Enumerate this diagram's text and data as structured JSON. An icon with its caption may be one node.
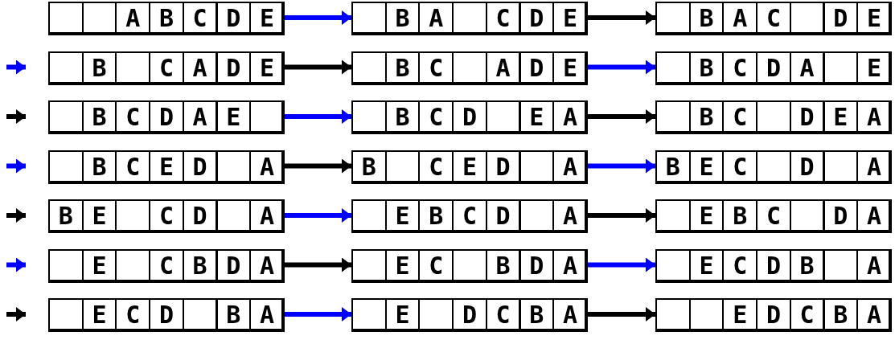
{
  "diagram": {
    "nodes": [
      {
        "text": [],
        "shape": "box"
      },
      {
        "text": [],
        "shape": "box",
        "in": 0
      },
      {
        "text": [],
        "shape": "box",
        "in": 0
      },
      {
        "text": [
          "A"
        ],
        "in": 0
      },
      {
        "text": [
          "B"
        ],
        "in": 0
      },
      {
        "text": [
          "C"
        ],
        "in": 0
      },
      {
        "text": [
          "D"
        ],
        "in": 0
      },
      {
        "text": [
          "E"
        ],
        "in": 0
      },
      {
        "text": [],
        "shape": "box"
      },
      {
        "text": [],
        "shape": "box",
        "in": 8
      },
      {
        "text": [
          "B"
        ],
        "in": 8
      },
      {
        "text": [
          "A"
        ],
        "in": 8
      },
      {
        "text": [],
        "shape": "box",
        "in": 8
      },
      {
        "text": [
          "C"
        ],
        "in": 8
      },
      {
        "text": [
          "D"
        ],
        "in": 8
      },
      {
        "text": [
          "E"
        ],
        "in": 8
      },
      {
        "text": [],
        "shape": "box"
      },
      {
        "text": [],
        "shape": "box",
        "in": 16
      },
      {
        "text": [
          "B"
        ],
        "in": 16
      },
      {
        "text": [
          "A"
        ],
        "in": 16
      },
      {
        "text": [
          "C"
        ],
        "in": 16
      },
      {
        "text": [],
        "shape": "box",
        "in": 16
      },
      {
        "text": [
          "D"
        ],
        "in": 16
      },
      {
        "text": [
          "E"
        ],
        "in": 16
      },
      {
        "text": [],
        "shape": "box"
      },
      {
        "text": [],
        "shape": "box",
        "in": 24
      },
      {
        "text": [
          "B"
        ],
        "in": 24
      },
      {
        "text": [],
        "shape": "box",
        "in": 24
      },
      {
        "text": [
          "C"
        ],
        "in": 24
      },
      {
        "text": [
          "A"
        ],
        "in": 24
      },
      {
        "text": [
          "D"
        ],
        "in": 24
      },
      {
        "text": [
          "E"
        ],
        "in": 24
      },
      {
        "text": [],
        "shape": "box"
      },
      {
        "text": [],
        "shape": "box",
        "in": 32
      },
      {
        "text": [
          "B"
        ],
        "in": 32
      },
      {
        "text": [
          "C"
        ],
        "in": 32
      },
      {
        "text": [],
        "shape": "box",
        "in": 32
      },
      {
        "text": [
          "A"
        ],
        "in": 32
      },
      {
        "text": [
          "D"
        ],
        "in": 32
      },
      {
        "text": [
          "E"
        ],
        "in": 32
      },
      {
        "text": [],
        "shape": "box"
      },
      {
        "text": [],
        "shape": "box",
        "in": 40
      },
      {
        "text": [
          "B"
        ],
        "in": 40
      },
      {
        "text": [
          "C"
        ],
        "in": 40
      },
      {
        "text": [
          "D"
        ],
        "in": 40
      },
      {
        "text": [
          "A"
        ],
        "in": 40
      },
      {
        "text": [],
        "shape": "box",
        "in": 40
      },
      {
        "text": [
          "E"
        ],
        "in": 40
      },
      {
        "text": [],
        "shape": "box"
      },
      {
        "text": [],
        "shape": "box",
        "in": 48
      },
      {
        "text": [
          "B"
        ],
        "in": 48
      },
      {
        "text": [
          "C"
        ],
        "in": 48
      },
      {
        "text": [
          "D"
        ],
        "in": 48
      },
      {
        "text": [
          "A"
        ],
        "in": 48
      },
      {
        "text": [
          "E"
        ],
        "in": 48
      },
      {
        "text": [],
        "shape": "box",
        "in": 48
      },
      {
        "text": [],
        "shape": "box"
      },
      {
        "text": [],
        "shape": "box",
        "in": 56
      },
      {
        "text": [
          "B"
        ],
        "in": 56
      },
      {
        "text": [
          "C"
        ],
        "in": 56
      },
      {
        "text": [
          "D"
        ],
        "in": 56
      },
      {
        "text": [],
        "shape": "box",
        "in": 56
      },
      {
        "text": [
          "E"
        ],
        "in": 56
      },
      {
        "text": [
          "A"
        ],
        "in": 56
      },
      {
        "text": [],
        "shape": "box"
      },
      {
        "text": [],
        "shape": "box",
        "in": 64
      },
      {
        "text": [
          "B"
        ],
        "in": 64
      },
      {
        "text": [
          "C"
        ],
        "in": 64
      },
      {
        "text": [],
        "shape": "box",
        "in": 64
      },
      {
        "text": [
          "D"
        ],
        "in": 64
      },
      {
        "text": [
          "E"
        ],
        "in": 64
      },
      {
        "text": [
          "A"
        ],
        "in": 64
      },
      {
        "text": [],
        "shape": "box"
      },
      {
        "text": [],
        "shape": "box",
        "in": 72
      },
      {
        "text": [
          "B"
        ],
        "in": 72
      },
      {
        "text": [
          "C"
        ],
        "in": 72
      },
      {
        "text": [
          "E"
        ],
        "in": 72
      },
      {
        "text": [
          "D"
        ],
        "in": 72
      },
      {
        "text": [],
        "shape": "box",
        "in": 72
      },
      {
        "text": [
          "A"
        ],
        "in": 72
      },
      {
        "text": [],
        "shape": "box"
      },
      {
        "text": [
          "B"
        ],
        "in": 80
      },
      {
        "text": [],
        "shape": "box",
        "in": 80
      },
      {
        "text": [
          "C"
        ],
        "in": 80
      },
      {
        "text": [
          "E"
        ],
        "in": 80
      },
      {
        "text": [
          "D"
        ],
        "in": 80
      },
      {
        "text": [],
        "shape": "box",
        "in": 80
      },
      {
        "text": [
          "A"
        ],
        "in": 80
      },
      {
        "text": [],
        "shape": "box"
      },
      {
        "text": [
          "B"
        ],
        "in": 88
      },
      {
        "text": [
          "E"
        ],
        "in": 88
      },
      {
        "text": [
          "C"
        ],
        "in": 88
      },
      {
        "text": [],
        "shape": "box",
        "in": 88
      },
      {
        "text": [
          "D"
        ],
        "in": 88
      },
      {
        "text": [],
        "shape": "box",
        "in": 88
      },
      {
        "text": [
          "A"
        ],
        "in": 88
      },
      {
        "text": [],
        "shape": "box"
      },
      {
        "text": [
          "B"
        ],
        "in": 96
      },
      {
        "text": [
          "E"
        ],
        "in": 96
      },
      {
        "text": [],
        "shape": "box",
        "in": 96
      },
      {
        "text": [
          "C"
        ],
        "in": 96
      },
      {
        "text": [
          "D"
        ],
        "in": 96
      },
      {
        "text": [],
        "shape": "box",
        "in": 96
      },
      {
        "text": [
          "A"
        ],
        "in": 96
      },
      {
        "text": [],
        "shape": "box"
      },
      {
        "text": [],
        "shape": "box",
        "in": 104
      },
      {
        "text": [
          "E"
        ],
        "in": 104
      },
      {
        "text": [
          "B"
        ],
        "in": 104
      },
      {
        "text": [
          "C"
        ],
        "in": 104
      },
      {
        "text": [
          "D"
        ],
        "in": 104
      },
      {
        "text": [],
        "shape": "box",
        "in": 104
      },
      {
        "text": [
          "A"
        ],
        "in": 104
      },
      {
        "text": [],
        "shape": "box"
      },
      {
        "text": [],
        "shape": "box",
        "in": 112
      },
      {
        "text": [
          "E"
        ],
        "in": 112
      },
      {
        "text": [
          "B"
        ],
        "in": 112
      },
      {
        "text": [
          "C"
        ],
        "in": 112
      },
      {
        "text": [],
        "shape": "box",
        "in": 112
      },
      {
        "text": [
          "D"
        ],
        "in": 112
      },
      {
        "text": [
          "A"
        ],
        "in": 112
      },
      {
        "text": [],
        "shape": "box"
      },
      {
        "text": [],
        "shape": "box",
        "in": 120
      },
      {
        "text": [
          "E"
        ],
        "in": 120
      },
      {
        "text": [],
        "shape": "box",
        "in": 120
      },
      {
        "text": [
          "C"
        ],
        "in": 120
      },
      {
        "text": [
          "B"
        ],
        "in": 120
      },
      {
        "text": [
          "D"
        ],
        "in": 120
      },
      {
        "text": [
          "A"
        ],
        "in": 120
      },
      {
        "text": [],
        "shape": "box"
      },
      {
        "text": [],
        "shape": "box",
        "in": 128
      },
      {
        "text": [
          "E"
        ],
        "in": 128
      },
      {
        "text": [
          "C"
        ],
        "in": 128
      },
      {
        "text": [],
        "shape": "box",
        "in": 128
      },
      {
        "text": [
          "B"
        ],
        "in": 128
      },
      {
        "text": [
          "D"
        ],
        "in": 128
      },
      {
        "text": [
          "A"
        ],
        "in": 128
      },
      {
        "text": [],
        "shape": "box"
      },
      {
        "text": [],
        "shape": "box",
        "in": 136
      },
      {
        "text": [
          "E"
        ],
        "in": 136
      },
      {
        "text": [
          "C"
        ],
        "in": 136
      },
      {
        "text": [
          "D"
        ],
        "in": 136
      },
      {
        "text": [
          "B"
        ],
        "in": 136
      },
      {
        "text": [],
        "shape": "box",
        "in": 136
      },
      {
        "text": [
          "A"
        ],
        "in": 136
      },
      {
        "text": [],
        "shape": "box"
      },
      {
        "text": [],
        "shape": "box",
        "in": 144
      },
      {
        "text": [
          "E"
        ],
        "in": 144
      },
      {
        "text": [
          "C"
        ],
        "in": 144
      },
      {
        "text": [
          "D"
        ],
        "in": 144
      },
      {
        "text": [],
        "shape": "box",
        "in": 144
      },
      {
        "text": [
          "B"
        ],
        "in": 144
      },
      {
        "text": [
          "A"
        ],
        "in": 144
      },
      {
        "text": [],
        "shape": "box"
      },
      {
        "text": [],
        "shape": "box",
        "in": 152
      },
      {
        "text": [
          "E"
        ],
        "in": 152
      },
      {
        "text": [],
        "shape": "box",
        "in": 152
      },
      {
        "text": [
          "D"
        ],
        "in": 152
      },
      {
        "text": [
          "C"
        ],
        "in": 152
      },
      {
        "text": [
          "B"
        ],
        "in": 152
      },
      {
        "text": [
          "A"
        ],
        "in": 152
      },
      {
        "text": [],
        "shape": "box"
      },
      {
        "text": [],
        "shape": "box",
        "in": 160
      },
      {
        "text": [],
        "shape": "box",
        "in": 160
      },
      {
        "text": [
          "E"
        ],
        "in": 160
      },
      {
        "text": [
          "D"
        ],
        "in": 160
      },
      {
        "text": [
          "C"
        ],
        "in": 160
      },
      {
        "text": [
          "B"
        ],
        "in": 160
      },
      {
        "text": [
          "A"
        ],
        "in": 160
      }
    ],
    "edges": [
      {
        "from": 0,
        "to": 8,
        "arrow": "to",
        "color": "#0000ff"
      },
      {
        "from": 8,
        "to": 16,
        "arrow": "to",
        "color": "#000000"
      },
      {
        "from": null,
        "to": 24,
        "arrow": "to",
        "color": "#0000ff"
      },
      {
        "from": 24,
        "to": 32,
        "arrow": "to",
        "color": "#000000"
      },
      {
        "from": 32,
        "to": 40,
        "arrow": "to",
        "color": "#0000ff"
      },
      {
        "from": null,
        "to": 48,
        "arrow": "to",
        "color": "#000000"
      },
      {
        "from": 48,
        "to": 56,
        "arrow": "to",
        "color": "#0000ff"
      },
      {
        "from": 56,
        "to": 64,
        "arrow": "to",
        "color": "#000000"
      },
      {
        "from": null,
        "to": 72,
        "arrow": "to",
        "color": "#0000ff"
      },
      {
        "from": 72,
        "to": 80,
        "arrow": "to",
        "color": "#000000"
      },
      {
        "from": 80,
        "to": 88,
        "arrow": "to",
        "color": "#0000ff"
      },
      {
        "from": null,
        "to": 96,
        "arrow": "to",
        "color": "#000000"
      },
      {
        "from": 96,
        "to": 104,
        "arrow": "to",
        "color": "#0000ff"
      },
      {
        "from": 104,
        "to": 112,
        "arrow": "to",
        "color": "#000000"
      },
      {
        "from": null,
        "to": 120,
        "arrow": "to",
        "color": "#0000ff"
      },
      {
        "from": 120,
        "to": 128,
        "arrow": "to",
        "color": "#000000"
      },
      {
        "from": 128,
        "to": 136,
        "arrow": "to",
        "color": "#0000ff"
      },
      {
        "from": null,
        "to": 144,
        "arrow": "to",
        "color": "#000000"
      },
      {
        "from": 144,
        "to": 152,
        "arrow": "to",
        "color": "#0000ff"
      },
      {
        "from": 152,
        "to": 160,
        "arrow": "to",
        "color": "#000000"
      }
    ]
  }
}
